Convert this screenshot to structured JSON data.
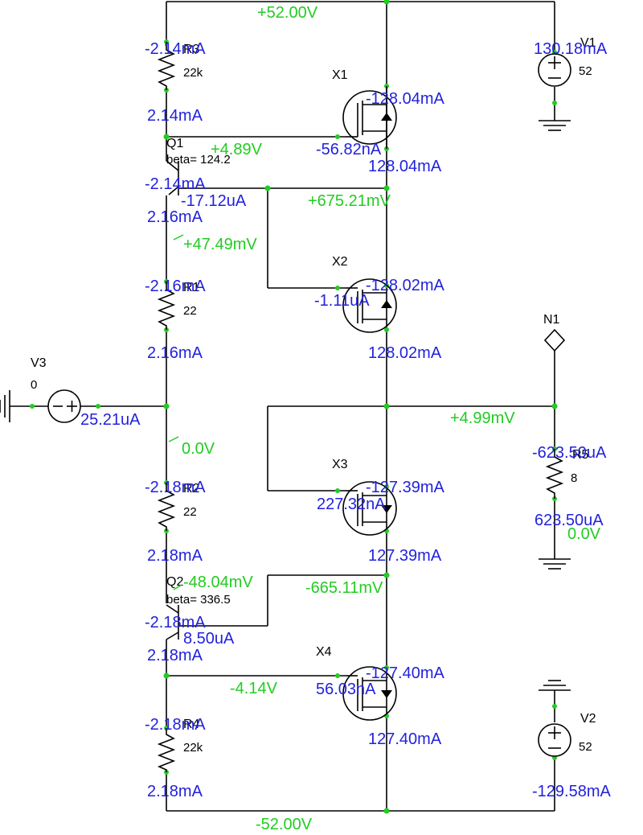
{
  "colors": {
    "current": "#2222dd",
    "voltage": "#22cc22",
    "wire": "#000000",
    "background": "#ffffff"
  },
  "components": {
    "R3": {
      "name": "R3",
      "value": "22k"
    },
    "R1": {
      "name": "R1",
      "value": "22"
    },
    "R2": {
      "name": "R2",
      "value": "22"
    },
    "R4": {
      "name": "R4",
      "value": "22k"
    },
    "R5": {
      "name": "R5",
      "value": "8"
    },
    "Q1": {
      "name": "Q1",
      "beta": "beta= 124.2"
    },
    "Q2": {
      "name": "Q2",
      "beta": "beta= 336.5"
    },
    "X1": {
      "name": "X1"
    },
    "X2": {
      "name": "X2"
    },
    "X3": {
      "name": "X3"
    },
    "X4": {
      "name": "X4"
    },
    "V1": {
      "name": "V1",
      "value": "52"
    },
    "V2": {
      "name": "V2",
      "value": "52"
    },
    "V3": {
      "name": "V3",
      "value": "0"
    },
    "N1": {
      "name": "N1"
    }
  },
  "voltages": {
    "top_rail": "+52.00V",
    "bottom_rail": "-52.00V",
    "x1_gate": "+4.89V",
    "x2_gate": "+675.21mV",
    "q1_emitter": "+47.49mV",
    "input_node": "0.0V",
    "output_node": "+4.99mV",
    "r5_bottom": "0.0V",
    "q2_emitter": "-48.04mV",
    "x3_gate": "-665.11mV",
    "x4_gate": "-4.14V"
  },
  "currents": {
    "r3_top": "-2.14mA",
    "r3_bottom": "2.14mA",
    "q1_collector": "-2.14mA",
    "q1_base": "-17.12uA",
    "q1_emitter": "2.16mA",
    "r1_top": "-2.16mA",
    "r1_bottom": "2.16mA",
    "v3_current": "25.21uA",
    "r2_top": "-2.18mA",
    "r2_bottom": "2.18mA",
    "q2_emitter": "-2.18mA",
    "q2_base": "8.50uA",
    "q2_collector": "2.18mA",
    "r4_top": "-2.18mA",
    "r4_bottom": "2.18mA",
    "x1_drain": "-128.04mA",
    "x1_gate": "-56.82nA",
    "x1_source": "128.04mA",
    "x2_drain": "-128.02mA",
    "x2_gate": "-1.11uA",
    "x2_source": "128.02mA",
    "x3_drain": "-127.39mA",
    "x3_gate": "227.32nA",
    "x3_source": "127.39mA",
    "x4_drain": "-127.40mA",
    "x4_gate": "56.03nA",
    "x4_source": "127.40mA",
    "v1_current": "130.18mA",
    "v2_current": "-129.58mA",
    "r5_top": "-623.50uA",
    "r5_bottom": "623.50uA"
  }
}
